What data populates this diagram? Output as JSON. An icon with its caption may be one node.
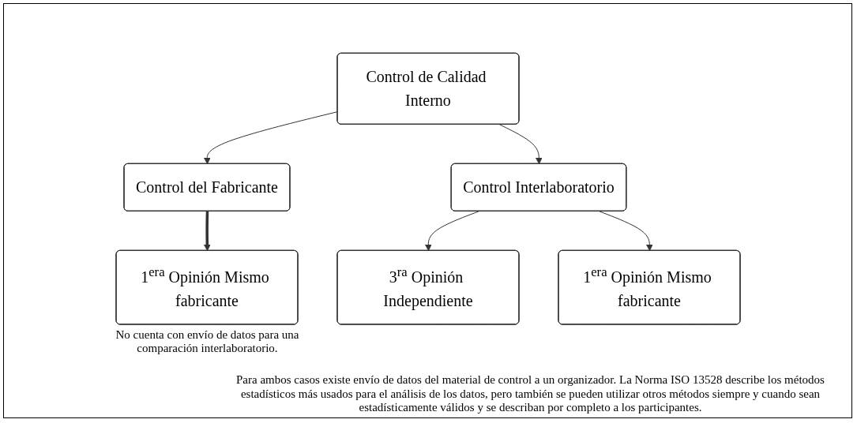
{
  "diagram": {
    "nodes": [
      {
        "text": [
          "Control de Calidad Interno"
        ]
      },
      {
        "text": [
          "Control del Fabricante"
        ]
      },
      {
        "text": [
          "Control Interlaboratorio"
        ]
      },
      {
        "text": [
          "1$^{era}$ Opinión Mismo fabricante"
        ],
        "beside": [
          "No cuenta con envío de datos para una comparación interlaboratorio."
        ]
      },
      {
        "text": [
          "3$^{ra}$ Opinión Independiente"
        ]
      },
      {
        "text": [
          "1$^{era}$ Opinión Mismo fabricante"
        ]
      }
    ],
    "edges": [
      {
        "from": 0,
        "to": 1,
        "arrow": "to"
      },
      {
        "from": 0,
        "to": 2,
        "arrow": "to"
      },
      {
        "from": 1,
        "to": 3,
        "arrow": "to",
        "style": "thick"
      },
      {
        "from": 2,
        "to": 4,
        "arrow": "to"
      },
      {
        "from": 2,
        "to": 5,
        "arrow": "to"
      }
    ],
    "labels": [
      "Para ambos casos existe envío de datos del material de control a un organizador. La Norma ISO 13528 describe los métodos estadísticos más usados para el análisis de los datos, pero también se pueden utilizar otros métodos siempre y cuando sean estadísticamente válidos y se describan por completo a los participantes."
    ]
  }
}
